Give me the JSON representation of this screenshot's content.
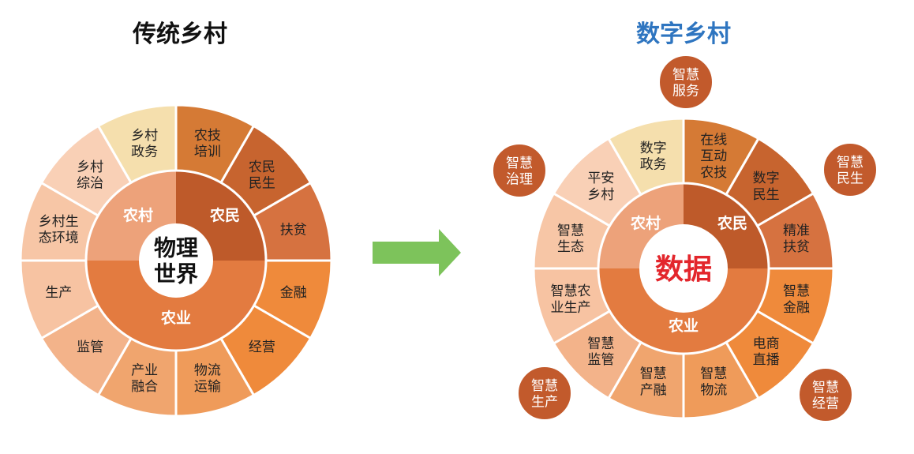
{
  "left_wheel": {
    "title": "传统乡村",
    "center_label": [
      "物理",
      "世界"
    ],
    "quadrants": [
      {
        "label": "农村",
        "color": "#eda27a"
      },
      {
        "label": "农民",
        "color": "#be5a2a"
      },
      {
        "label": "农业",
        "color": "#e37b40"
      }
    ],
    "segments": [
      {
        "label": [
          "农技",
          "培训"
        ],
        "color": "#d57a35"
      },
      {
        "label": [
          "农民",
          "民生"
        ],
        "color": "#c7642f"
      },
      {
        "label": [
          "扶贫"
        ],
        "color": "#d67240"
      },
      {
        "label": [
          "金融"
        ],
        "color": "#ef8a3b"
      },
      {
        "label": [
          "经营"
        ],
        "color": "#ef8a3b"
      },
      {
        "label": [
          "物流",
          "运输"
        ],
        "color": "#ef9b5a"
      },
      {
        "label": [
          "产业",
          "融合"
        ],
        "color": "#f0a56e"
      },
      {
        "label": [
          "监管"
        ],
        "color": "#f3b38a"
      },
      {
        "label": [
          "生产"
        ],
        "color": "#f7c3a2"
      },
      {
        "label": [
          "乡村生",
          "态环境"
        ],
        "color": "#f7c6a6"
      },
      {
        "label": [
          "乡村",
          "综治"
        ],
        "color": "#f9d0b6"
      },
      {
        "label": [
          "乡村",
          "政务"
        ],
        "color": "#f5dfad"
      }
    ]
  },
  "arrow": {
    "color": "#7dc35b"
  },
  "right_wheel": {
    "title": "数字乡村",
    "center_label": "数据",
    "center_color": "#e3262c",
    "quadrants": [
      {
        "label": "农村",
        "color": "#eda27a"
      },
      {
        "label": "农民",
        "color": "#be5a2a"
      },
      {
        "label": "农业",
        "color": "#e37b40"
      }
    ],
    "segments": [
      {
        "label": [
          "在线",
          "互动",
          "农技"
        ],
        "color": "#d57a35"
      },
      {
        "label": [
          "数字",
          "民生"
        ],
        "color": "#c7642f"
      },
      {
        "label": [
          "精准",
          "扶贫"
        ],
        "color": "#d67240"
      },
      {
        "label": [
          "智慧",
          "金融"
        ],
        "color": "#ef8a3b"
      },
      {
        "label": [
          "电商",
          "直播"
        ],
        "color": "#ef8a3b"
      },
      {
        "label": [
          "智慧",
          "物流"
        ],
        "color": "#ef9b5a"
      },
      {
        "label": [
          "智慧",
          "产融"
        ],
        "color": "#f0a56e"
      },
      {
        "label": [
          "智慧",
          "监管"
        ],
        "color": "#f3b38a"
      },
      {
        "label": [
          "智慧农",
          "业生产"
        ],
        "color": "#f7c3a2"
      },
      {
        "label": [
          "智慧",
          "生态"
        ],
        "color": "#f7c6a6"
      },
      {
        "label": [
          "平安",
          "乡村"
        ],
        "color": "#f9d0b6"
      },
      {
        "label": [
          "数字",
          "政务"
        ],
        "color": "#f5dfad"
      }
    ],
    "badges": [
      {
        "label": [
          "智慧",
          "服务"
        ]
      },
      {
        "label": [
          "智慧",
          "民生"
        ]
      },
      {
        "label": [
          "智慧",
          "经营"
        ]
      },
      {
        "label": [
          "智慧",
          "生产"
        ]
      },
      {
        "label": [
          "智慧",
          "治理"
        ]
      }
    ],
    "badge_color": "#c25a2c"
  }
}
